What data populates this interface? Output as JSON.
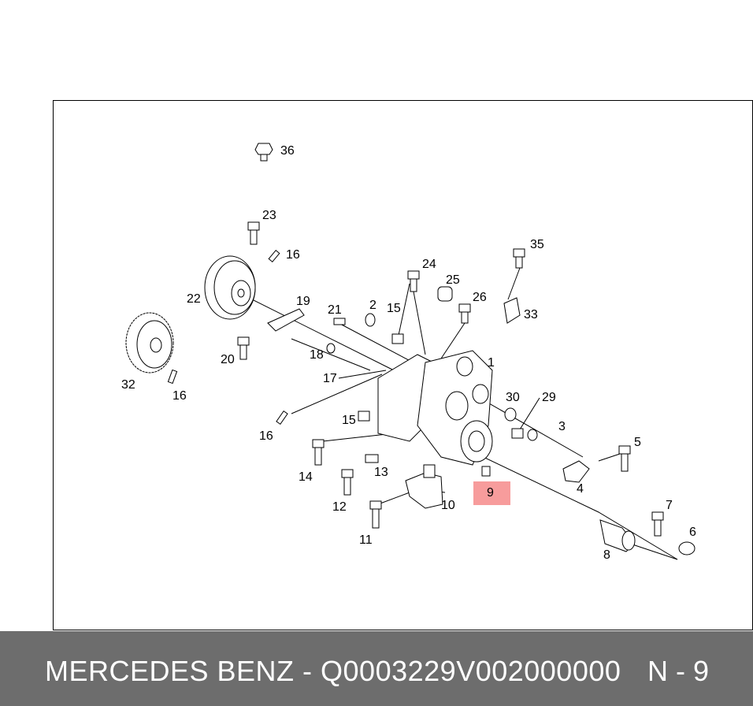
{
  "diagram": {
    "labels": [
      {
        "id": "36",
        "text": "36"
      },
      {
        "id": "23",
        "text": "23"
      },
      {
        "id": "16a",
        "text": "16"
      },
      {
        "id": "22",
        "text": "22"
      },
      {
        "id": "19",
        "text": "19"
      },
      {
        "id": "21",
        "text": "21"
      },
      {
        "id": "2",
        "text": "2"
      },
      {
        "id": "15a",
        "text": "15"
      },
      {
        "id": "24",
        "text": "24"
      },
      {
        "id": "25",
        "text": "25"
      },
      {
        "id": "26",
        "text": "26"
      },
      {
        "id": "35",
        "text": "35"
      },
      {
        "id": "33",
        "text": "33"
      },
      {
        "id": "1",
        "text": "1"
      },
      {
        "id": "20",
        "text": "20"
      },
      {
        "id": "18",
        "text": "18"
      },
      {
        "id": "17",
        "text": "17"
      },
      {
        "id": "32",
        "text": "32"
      },
      {
        "id": "16b",
        "text": "16"
      },
      {
        "id": "30",
        "text": "30"
      },
      {
        "id": "29",
        "text": "29"
      },
      {
        "id": "3",
        "text": "3"
      },
      {
        "id": "15b",
        "text": "15"
      },
      {
        "id": "16c",
        "text": "16"
      },
      {
        "id": "5",
        "text": "5"
      },
      {
        "id": "14",
        "text": "14"
      },
      {
        "id": "13",
        "text": "13"
      },
      {
        "id": "4",
        "text": "4"
      },
      {
        "id": "9",
        "text": "9"
      },
      {
        "id": "12",
        "text": "12"
      },
      {
        "id": "10",
        "text": "10"
      },
      {
        "id": "7",
        "text": "7"
      },
      {
        "id": "6",
        "text": "6"
      },
      {
        "id": "11",
        "text": "11"
      },
      {
        "id": "8",
        "text": "8"
      }
    ],
    "highlight_color": "#f79c9c"
  },
  "footer": {
    "title": "MERCEDES BENZ - Q0003229V002000000",
    "code": "N - 9"
  }
}
